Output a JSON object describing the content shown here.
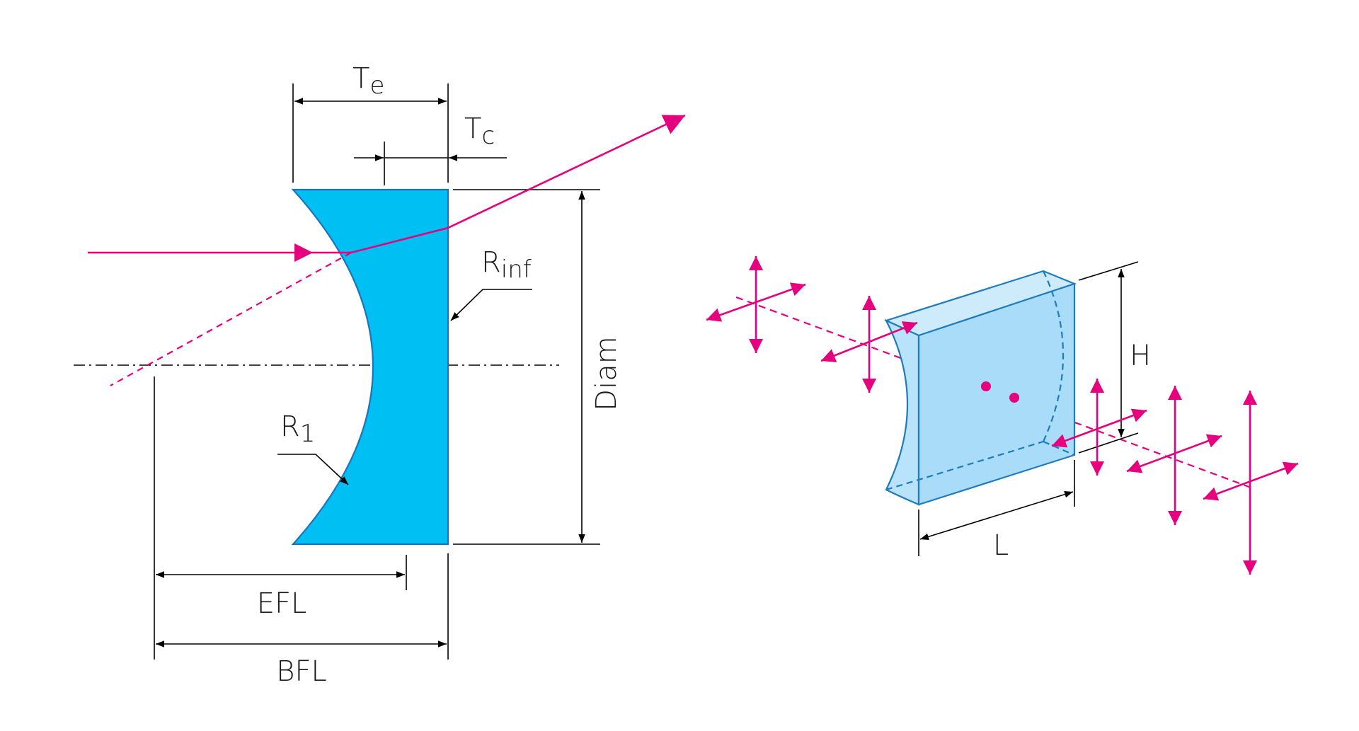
{
  "labels": {
    "te_main": "T",
    "te_sub": "e",
    "tc_main": "T",
    "tc_sub": "c",
    "rinf_main": "R",
    "rinf_sub": "inf",
    "r1_main": "R",
    "r1_sub": "1",
    "diam": "Diam",
    "efl": "EFL",
    "bfl": "BFL",
    "h": "H",
    "l": "L"
  },
  "colors": {
    "lens_fill": "#00BFF3",
    "lens_stroke": "#1B75BB",
    "ray": "#E6007E",
    "prism_front": "#A8DCF8",
    "prism_top": "#CDEBFB",
    "prism_stroke": "#1F7BC0"
  }
}
